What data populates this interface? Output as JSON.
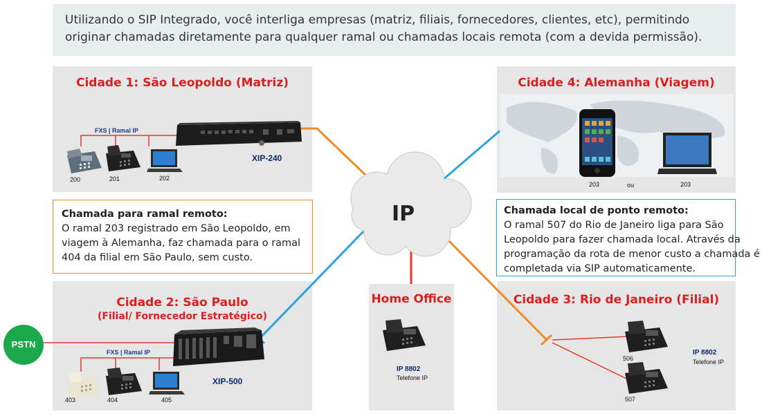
{
  "intro": {
    "line1": "Utilizando o SIP Integrado, você interliga empresas (matriz, filiais, fornecedores, clientes, etc), permitindo",
    "line2": "originar chamadas diretamente para qualquer ramal ou chamadas locais remota (com a devida permissão)."
  },
  "cloud": {
    "label": "IP"
  },
  "city1": {
    "title": "Cidade 1: São Leopoldo (Matriz)",
    "fxs_label": "FXS | Ramal IP",
    "device": "XIP-240",
    "extensions": [
      "200",
      "201",
      "202"
    ]
  },
  "city4": {
    "title": "Cidade 4: Alemanha (Viagem)",
    "ext_left": "203",
    "or": "ou",
    "ext_right": "203"
  },
  "note_left": {
    "heading": "Chamada para ramal remoto:",
    "lines": [
      "O ramal 203 registrado em São Leopoldo, em",
      "viagem à Alemanha, faz chamada para o ramal",
      "404  da filial em São Paulo, sem custo."
    ]
  },
  "note_right": {
    "heading": "Chamada local de ponto remoto:",
    "lines": [
      "O ramal 507 do Rio de Janeiro liga para São",
      "Leopoldo para fazer chamada local. Através da",
      "programação da rota de menor custo a chamada é",
      "completada via SIP automaticamente."
    ]
  },
  "city2": {
    "title": "Cidade 2: São Paulo",
    "subtitle": "(Filial/ Fornecedor Estratégico)",
    "fxs_label": "FXS | Ramal IP",
    "device": "XIP-500",
    "extensions": [
      "403",
      "404",
      "405"
    ]
  },
  "pstn": {
    "label": "PSTN"
  },
  "home_office": {
    "title": "Home Office",
    "model": "IP 8802",
    "desc": "Telefone IP"
  },
  "city3": {
    "title": "Cidade 3: Rio de Janeiro (Filial)",
    "model": "IP 8802",
    "desc": "Telefone IP",
    "extensions": [
      "506",
      "507"
    ]
  },
  "colors": {
    "title_red": "#d92020",
    "orange_link": "#f08a24",
    "blue_link": "#2aa3e0",
    "red_link": "#e03a2a",
    "pstn_green": "#1aa84a",
    "model_blue": "#0c2a6a"
  }
}
